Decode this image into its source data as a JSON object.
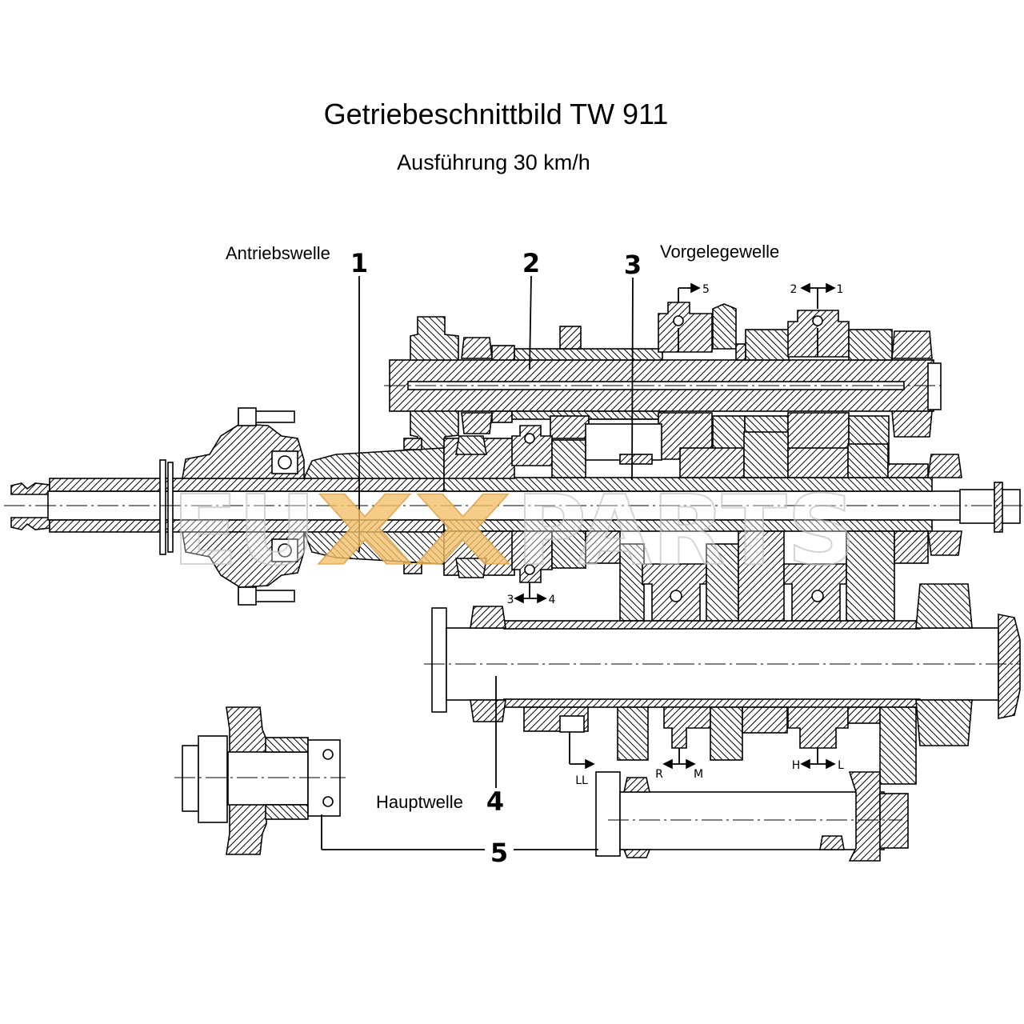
{
  "title": "Getriebeschnittbild TW 911",
  "subtitle": "Ausführung 30 km/h",
  "labels": {
    "drive_shaft": "Antriebswelle",
    "countershaft": "Vorgelegewelle",
    "main_shaft": "Hauptwelle"
  },
  "callouts": [
    "1",
    "2",
    "3",
    "4",
    "5"
  ],
  "shift_markers": {
    "m5": "5",
    "m2": "2",
    "m1": "1",
    "m3": "3",
    "m4": "4",
    "r": "R",
    "m": "M",
    "h": "H",
    "l": "L",
    "ll": "LL"
  },
  "watermark": {
    "left": "EU",
    "middle": "XX",
    "right": "PARTS"
  },
  "colors": {
    "line": "#000000",
    "background": "#ffffff",
    "watermark_orange": "#f3c06a",
    "watermark_gray": "#bdbdbd"
  }
}
